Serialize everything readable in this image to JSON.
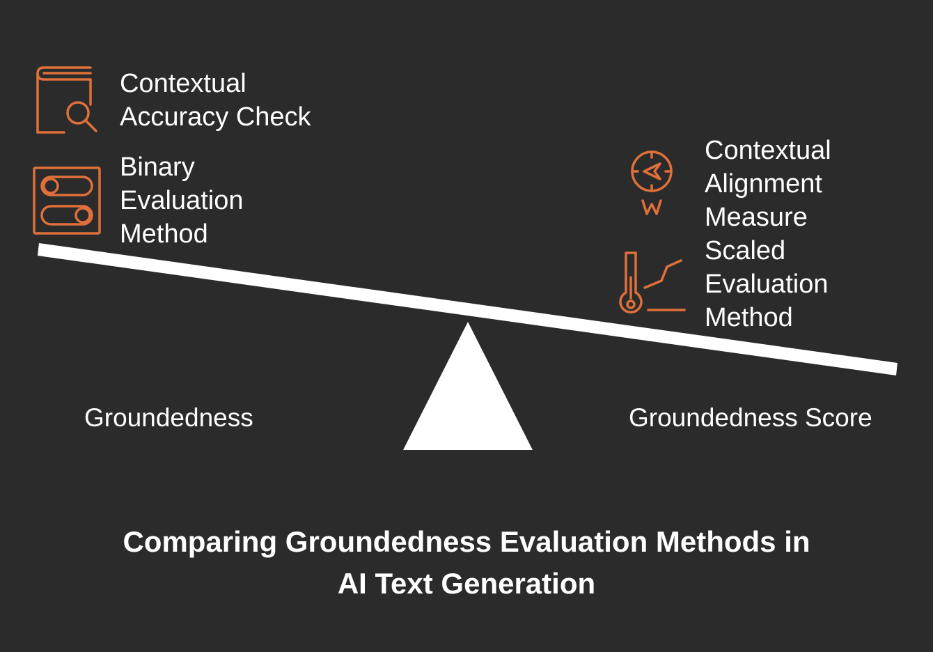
{
  "colors": {
    "background": "#2b2b2b",
    "accent": "#e0703a",
    "foreground": "#ffffff"
  },
  "left_items": [
    {
      "icon": "book-search-icon",
      "lines": [
        "Contextual",
        "Accuracy Check"
      ]
    },
    {
      "icon": "toggle-switches-icon",
      "lines": [
        "Binary",
        "Evaluation",
        "Method"
      ]
    }
  ],
  "right_items": [
    {
      "icon": "compass-icon",
      "lines": [
        "Contextual",
        "Alignment",
        "Measure"
      ]
    },
    {
      "icon": "thermometer-chart-icon",
      "lines": [
        "Scaled",
        "Evaluation",
        "Method"
      ]
    }
  ],
  "left_side_label": "Groundedness",
  "right_side_label": "Groundedness Score",
  "title_lines": [
    "Comparing Groundedness Evaluation Methods in",
    "AI Text Generation"
  ]
}
